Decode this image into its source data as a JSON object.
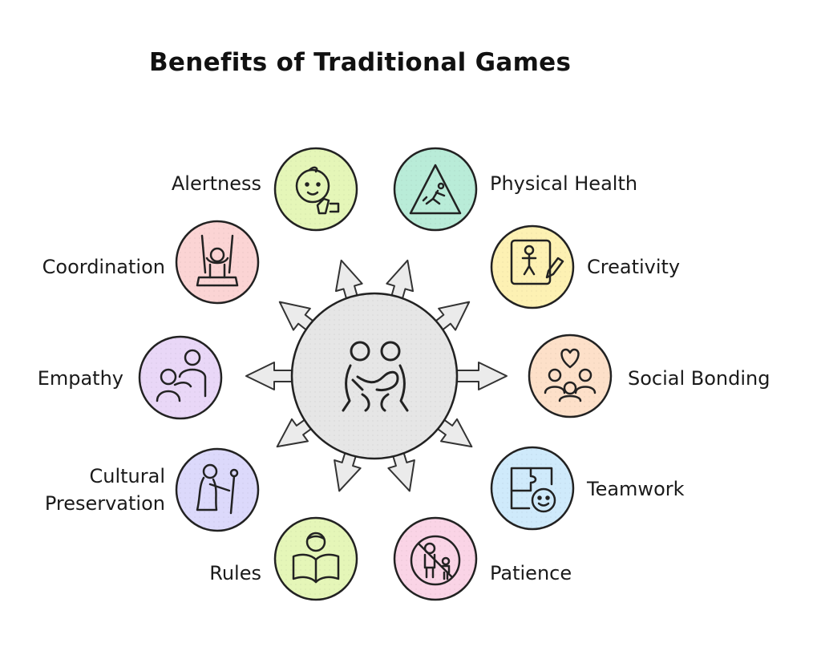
{
  "title": "Benefits of Traditional Games",
  "center": {
    "icon": "children-playing-icon"
  },
  "benefits": [
    {
      "key": "alertness",
      "label": "Alertness",
      "icon": "baby-face-icon",
      "color": "#e5f6b8"
    },
    {
      "key": "physical-health",
      "label": "Physical Health",
      "icon": "running-sign-icon",
      "color": "#b9ecd8"
    },
    {
      "key": "coordination",
      "label": "Coordination",
      "icon": "swing-child-icon",
      "color": "#fbd4d4"
    },
    {
      "key": "creativity",
      "label": "Creativity",
      "icon": "drawing-board-icon",
      "color": "#fdf1b3"
    },
    {
      "key": "empathy",
      "label": "Empathy",
      "icon": "hugging-people-icon",
      "color": "#e9d7f7"
    },
    {
      "key": "social-bonding",
      "label": "Social Bonding",
      "icon": "group-heart-icon",
      "color": "#fde0c9"
    },
    {
      "key": "cultural-preservation",
      "label": "Cultural\nPreservation",
      "icon": "elder-with-staff-icon",
      "color": "#dcd9fb"
    },
    {
      "key": "teamwork",
      "label": "Teamwork",
      "icon": "puzzle-smile-icon",
      "color": "#cfeafb"
    },
    {
      "key": "rules",
      "label": "Rules",
      "icon": "reading-book-icon",
      "color": "#e5f6b8"
    },
    {
      "key": "patience",
      "label": "Patience",
      "icon": "no-sign-people-icon",
      "color": "#fad4e6"
    }
  ]
}
